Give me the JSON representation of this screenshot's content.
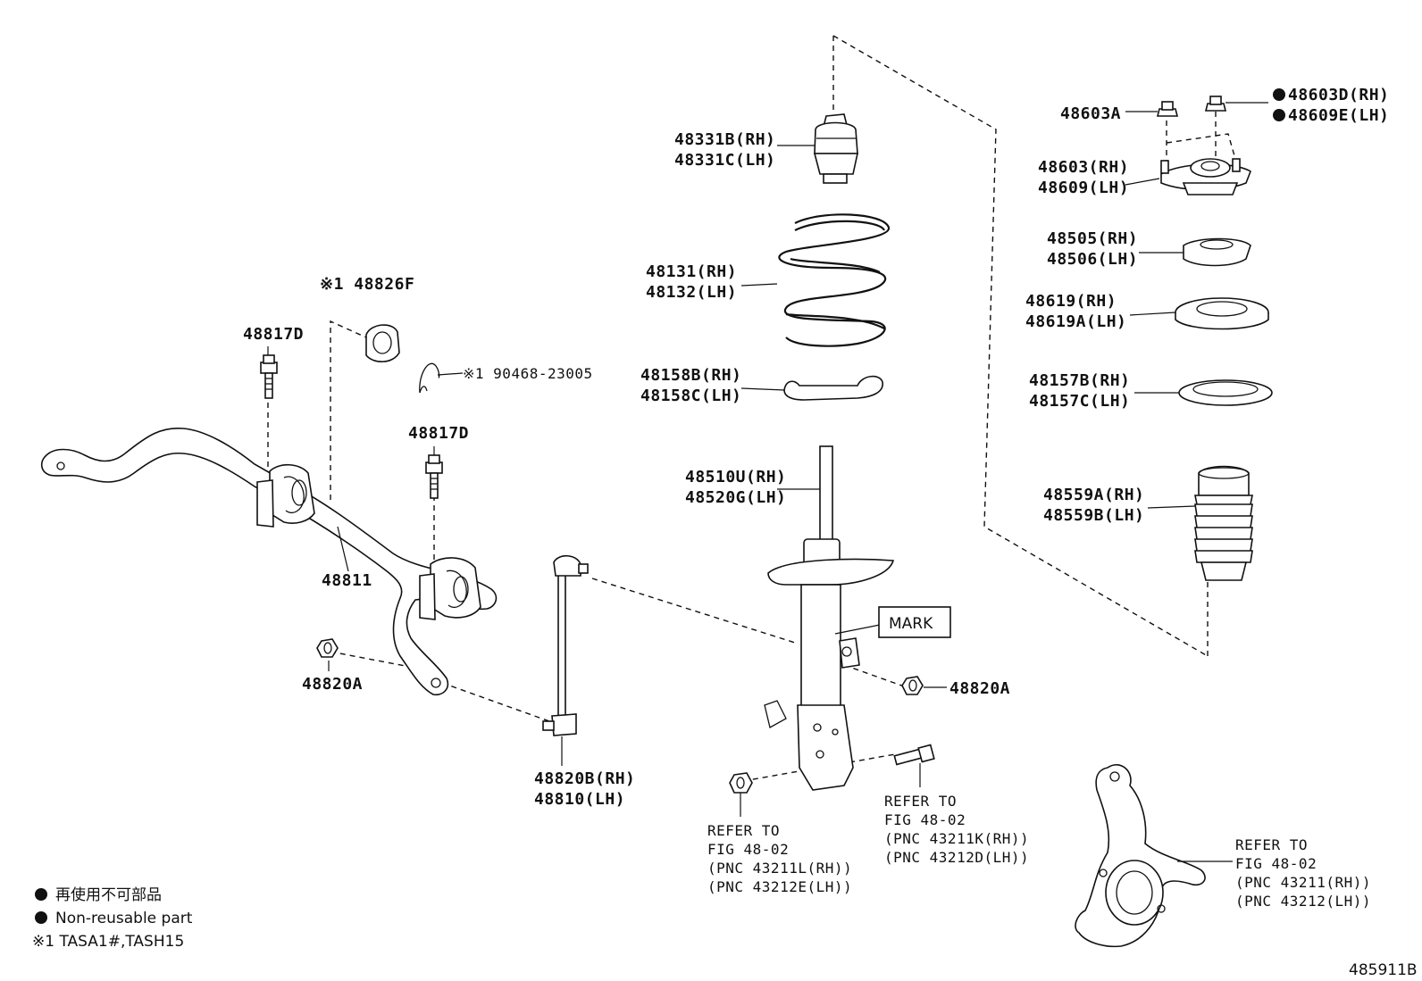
{
  "labels": {
    "p48331": [
      "48331B(RH)",
      "48331C(LH)"
    ],
    "p48131": [
      "48131(RH)",
      "48132(LH)"
    ],
    "p48158": [
      "48158B(RH)",
      "48158C(LH)"
    ],
    "p48510": [
      "48510U(RH)",
      "48520G(LH)"
    ],
    "p48603A": "48603A",
    "p48603D": "48603D(RH)",
    "p48609E": "48609E(LH)",
    "p48603": [
      "48603(RH)",
      "48609(LH)"
    ],
    "p48505": [
      "48505(RH)",
      "48506(LH)"
    ],
    "p48619": [
      "48619(RH)",
      "48619A(LH)"
    ],
    "p48157": [
      "48157B(RH)",
      "48157C(LH)"
    ],
    "p48559": [
      "48559A(RH)",
      "48559B(LH)"
    ],
    "p48826F": "※1 48826F",
    "p90468": "※1 90468-23005",
    "p48817D_left": "48817D",
    "p48817D_mid": "48817D",
    "p48811": "48811",
    "p48820A_left": "48820A",
    "p48820A_right": "48820A",
    "p48820B": [
      "48820B(RH)",
      "48810(LH)"
    ],
    "mark": "MARK",
    "ref_bolt": [
      "REFER TO",
      "FIG 48-02",
      "(PNC 43211K(RH))",
      "(PNC 43212D(LH))"
    ],
    "ref_nut": [
      "REFER TO",
      "FIG 48-02",
      "(PNC 43211L(RH))",
      "(PNC 43212E(LH))"
    ],
    "ref_knuckle": [
      "REFER TO",
      "FIG 48-02",
      "(PNC 43211(RH))",
      "(PNC 43212(LH))"
    ]
  },
  "legend": {
    "line1": "再使用不可部品",
    "line2": "Non-reusable part",
    "line3": "※1 TASA1#,TASH15"
  },
  "figure_id": "485911B"
}
